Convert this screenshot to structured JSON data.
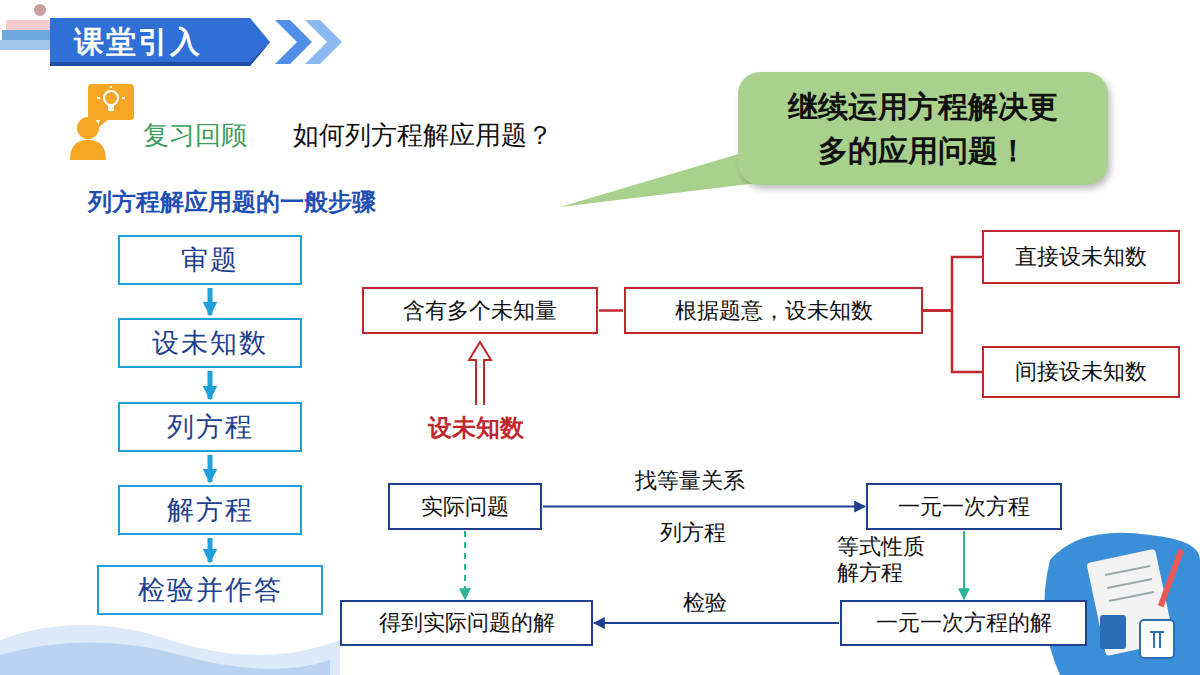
{
  "diagram": {
    "title": "课堂引入",
    "nodes": [
      {
        "text": [
          "继续运用方程解决更 多的应用问题！"
        ]
      },
      {
        "text": [
          "审题"
        ]
      },
      {
        "text": [
          "设未知数"
        ]
      },
      {
        "text": [
          "列方程"
        ]
      },
      {
        "text": [
          "解方程"
        ]
      },
      {
        "text": [
          "检验并作答"
        ]
      },
      {
        "text": [
          "含有多个未知量"
        ]
      },
      {
        "text": [
          "根据题意，设未知数"
        ]
      },
      {
        "text": [
          "直接设未知数"
        ]
      },
      {
        "text": [
          "间接设未知数"
        ]
      },
      {
        "text": [
          "实际问题"
        ]
      },
      {
        "text": [
          "一元一次方程"
        ]
      },
      {
        "text": [
          "一元一次方程的解"
        ]
      },
      {
        "text": [
          "得到实际问题的解"
        ]
      }
    ],
    "edges": [
      {
        "from": 1,
        "to": 2,
        "arrow": "to"
      },
      {
        "from": 2,
        "to": 3,
        "arrow": "to"
      },
      {
        "from": 3,
        "to": 4,
        "arrow": "to"
      },
      {
        "from": 4,
        "to": 5,
        "arrow": "to"
      },
      {
        "from": 6,
        "to": 7,
        "arrow": "none"
      },
      {
        "from": 7,
        "to": 8,
        "arrow": "none"
      },
      {
        "from": 7,
        "to": 9,
        "arrow": "none"
      },
      {
        "from": 10,
        "to": 11,
        "label": "找等量关系",
        "arrow": "to"
      },
      {
        "from": 11,
        "to": 12,
        "label": "等式性质 解方程",
        "arrow": "to"
      },
      {
        "from": 12,
        "to": 13,
        "label": "检验",
        "arrow": "to"
      },
      {
        "from": 10,
        "to": 13,
        "arrow": "to"
      }
    ],
    "labels": [
      "复习回顾",
      "如何列方程解应用题？",
      "列方程解应用题的一般步骤",
      "设未知数",
      "列方程"
    ]
  }
}
